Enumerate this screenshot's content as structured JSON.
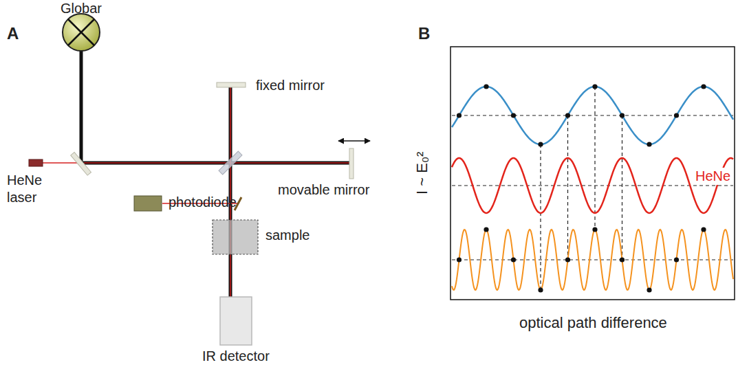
{
  "diagram": {
    "labels": [
      "A",
      "Globar",
      "HeNe laser",
      "photodiode",
      "fixed mirror",
      "movable mirror",
      "sample",
      "IR detector",
      "B",
      "HeNe",
      "I ~ E₀²",
      "optical path difference"
    ]
  }
}
